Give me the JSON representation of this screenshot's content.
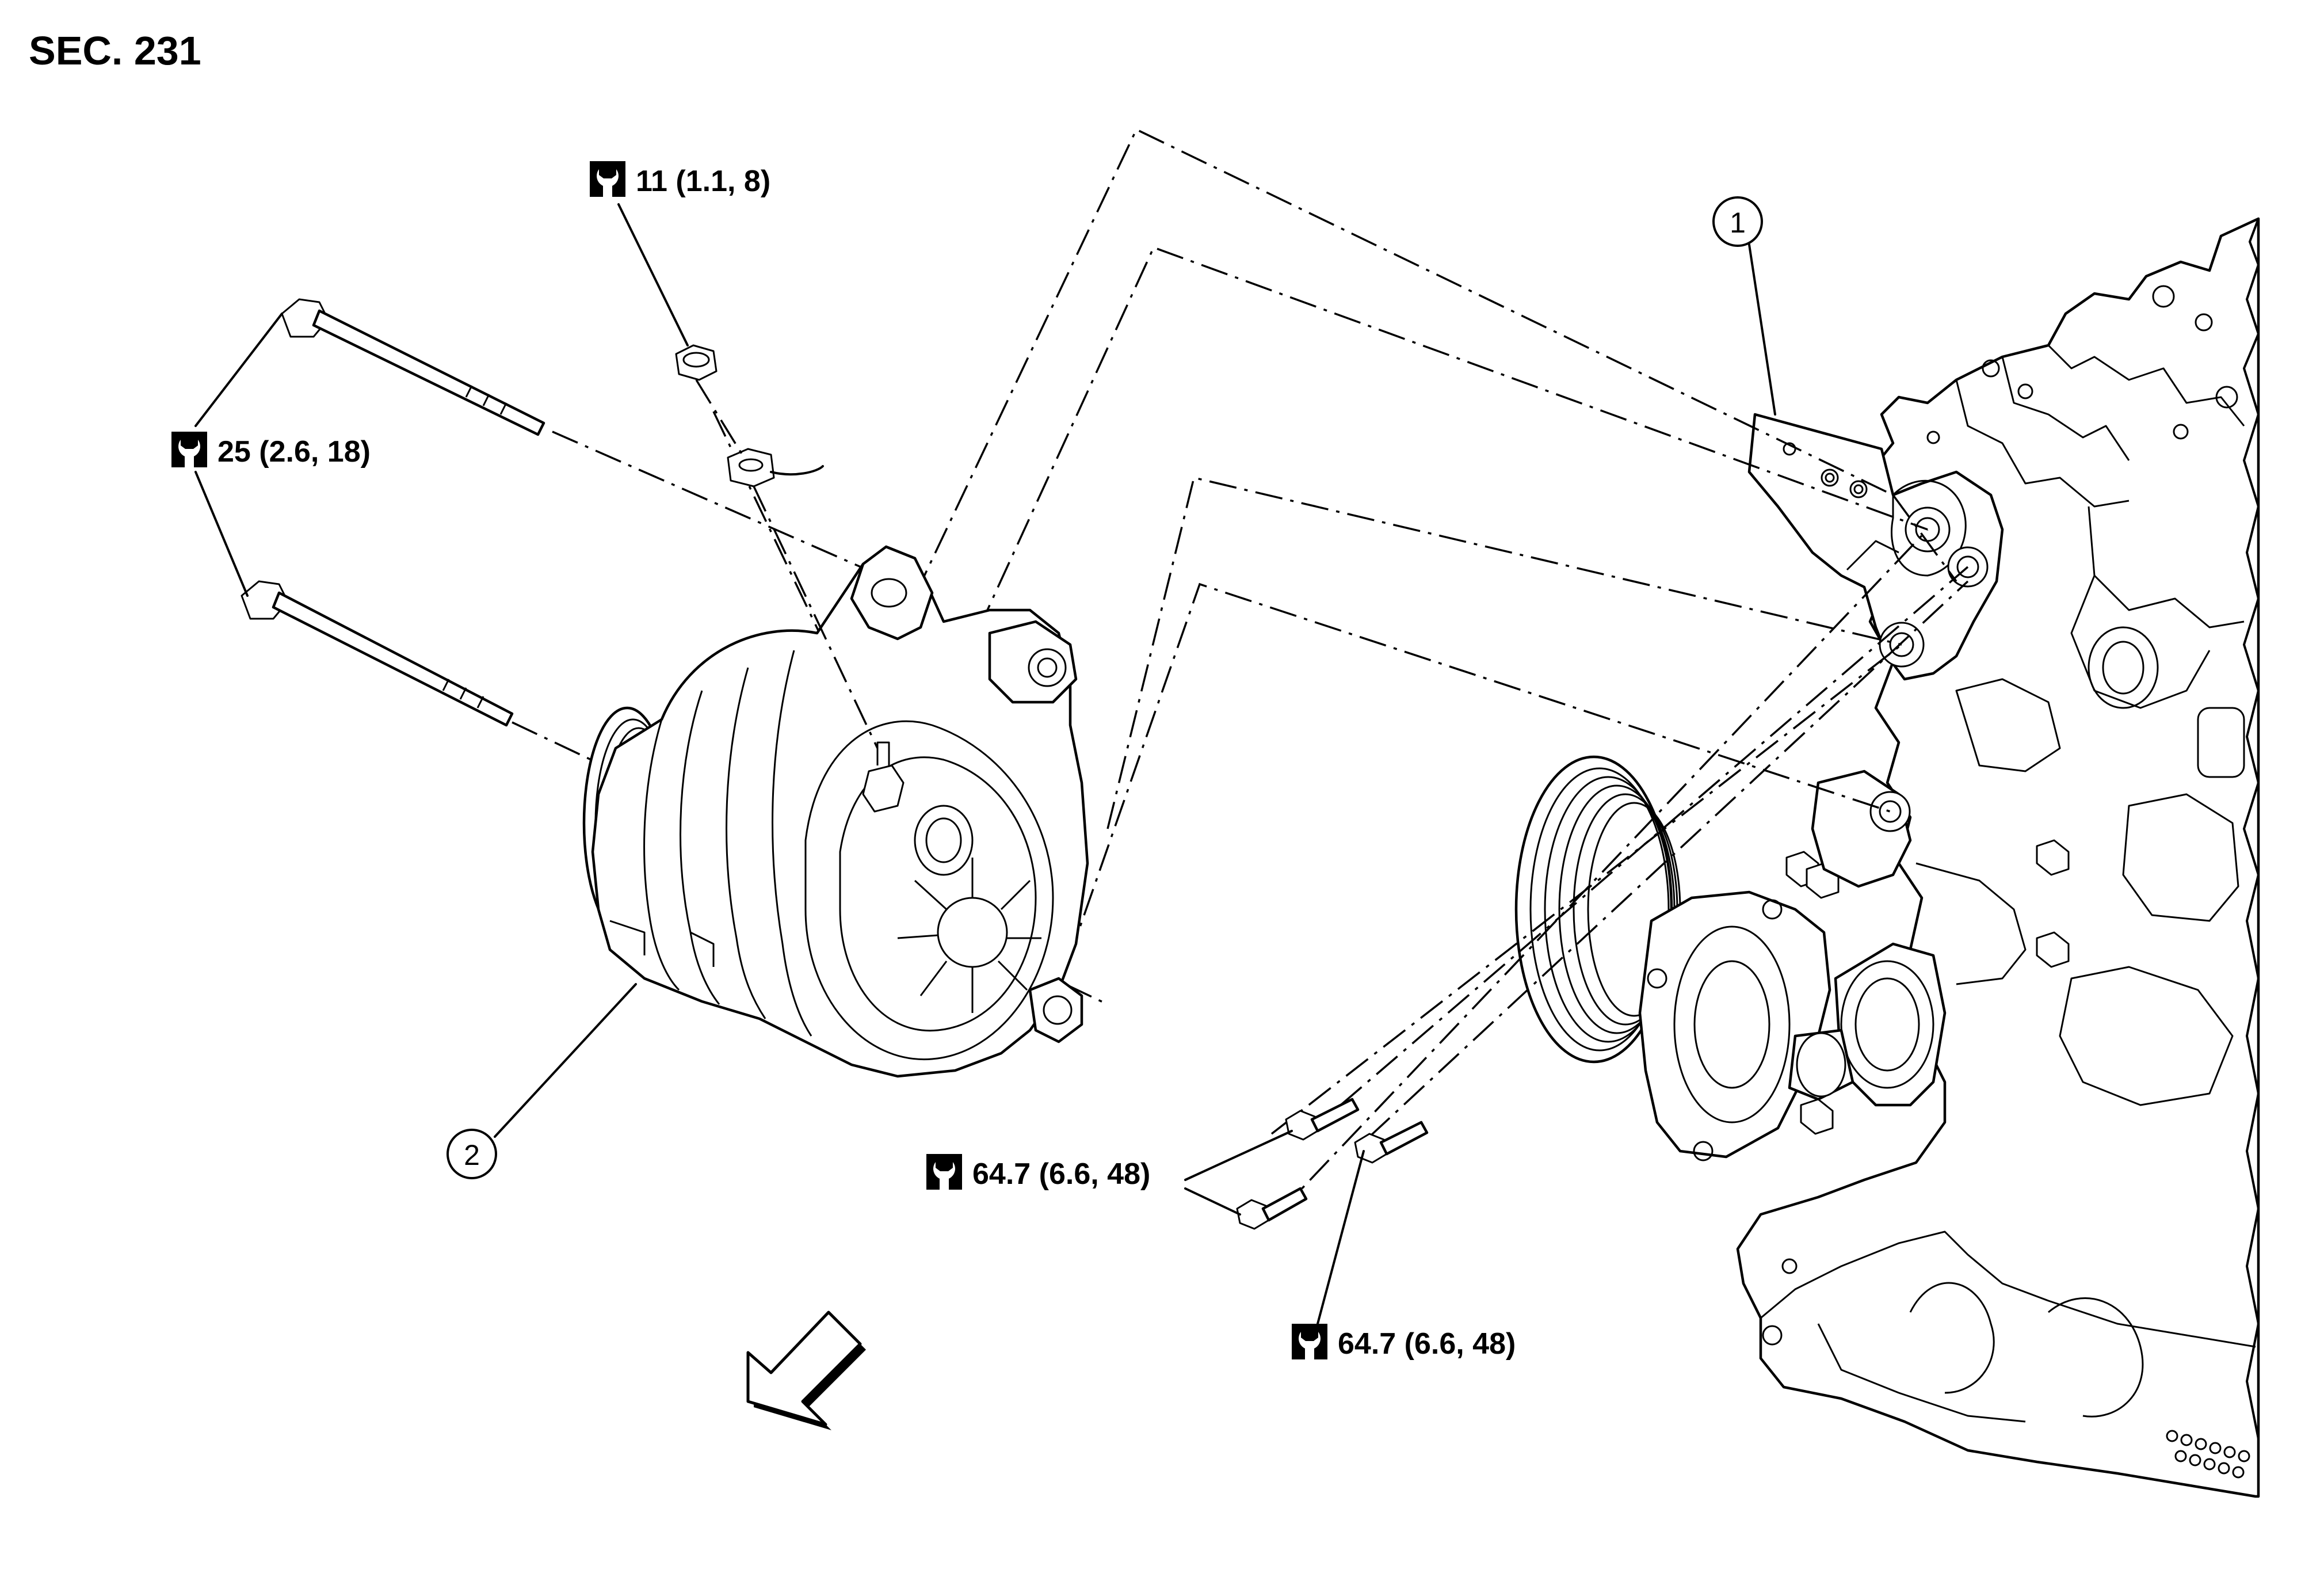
{
  "section_label": "SEC. 231",
  "callouts": [
    {
      "id": "1",
      "label": "1"
    },
    {
      "id": "2",
      "label": "2"
    }
  ],
  "torque_specs": [
    {
      "id": "nut",
      "icon": "torque-wrench-icon",
      "text": "11 (1.1, 8)"
    },
    {
      "id": "upper-bolts",
      "icon": "torque-wrench-icon",
      "text": "25 (2.6, 18)"
    },
    {
      "id": "lower-bolts-a",
      "icon": "torque-wrench-icon",
      "text": "64.7 (6.6, 48)"
    },
    {
      "id": "lower-bolts-b",
      "icon": "torque-wrench-icon",
      "text": "64.7 (6.6, 48)"
    }
  ],
  "direction_arrow": "front-arrow-icon",
  "colors": {
    "ink": "#000000",
    "paper": "#ffffff"
  }
}
